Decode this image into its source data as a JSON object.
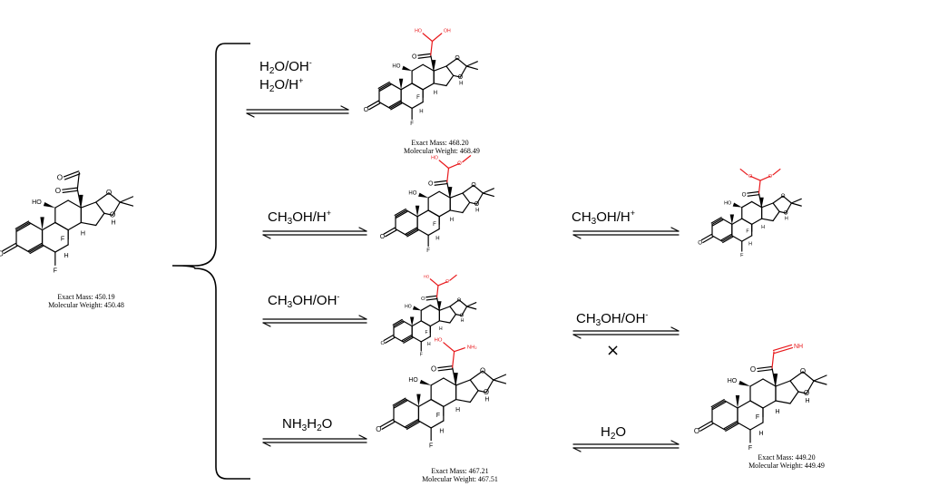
{
  "reactant": {
    "exact_mass": "Exact Mass: 450.19",
    "molecular_weight": "Molecular Weight: 450.48"
  },
  "hydrate_product": {
    "exact_mass": "Exact Mass: 468.20",
    "molecular_weight": "Molecular Weight: 468.49"
  },
  "amine_product": {
    "exact_mass": "Exact Mass: 467.21",
    "molecular_weight": "Molecular Weight: 467.51"
  },
  "imine_product": {
    "exact_mass": "Exact Mass: 449.20",
    "molecular_weight": "Molecular Weight: 449.49"
  },
  "conditions": {
    "water_base": {
      "main": "H",
      "sub": "2",
      "rest": "O/OH",
      "sup": "-"
    },
    "water_acid": {
      "main": "H",
      "sub": "2",
      "rest": "O/H",
      "sup": "+"
    },
    "methanol_acid_1": {
      "main": "CH",
      "sub": "3",
      "rest": "OH/H",
      "sup": "+"
    },
    "methanol_acid_2": {
      "main": "CH",
      "sub": "3",
      "rest": "OH/H",
      "sup": "+"
    },
    "methanol_base_1": {
      "main": "CH",
      "sub": "3",
      "rest": "OH/OH",
      "sup": "-"
    },
    "methanol_base_2": {
      "main": "CH",
      "sub": "3",
      "rest": "OH/OH",
      "sup": "-"
    },
    "ammonia": {
      "a": "NH",
      "b": "3",
      "c": "H",
      "d": "2",
      "e": "O"
    },
    "water": {
      "main": "H",
      "sub": "2",
      "rest": "O"
    }
  },
  "blocked_mark": "×",
  "atom_labels": {
    "O": "O",
    "F": "F",
    "H": "H",
    "HO": "HO",
    "OH": "OH",
    "NH2": "NH₂",
    "NH": "NH"
  },
  "colors": {
    "ink": "#000000",
    "highlight": "#e8191c"
  }
}
